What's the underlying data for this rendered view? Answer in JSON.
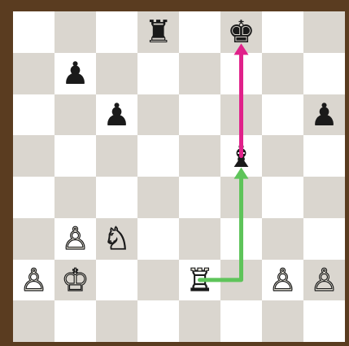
{
  "board": {
    "colors": {
      "light": "#ffffff",
      "dark": "#dad6cf",
      "frame": "#5a3c20"
    },
    "pieces": [
      {
        "square": "d8",
        "type": "rook",
        "color": "black",
        "glyph": "♜"
      },
      {
        "square": "f8",
        "type": "king",
        "color": "black",
        "glyph": "♚"
      },
      {
        "square": "b7",
        "type": "pawn",
        "color": "black",
        "glyph": "♟"
      },
      {
        "square": "c6",
        "type": "pawn",
        "color": "black",
        "glyph": "♟"
      },
      {
        "square": "h6",
        "type": "pawn",
        "color": "black",
        "glyph": "♟"
      },
      {
        "square": "f5",
        "type": "bishop",
        "color": "black",
        "glyph": "♝"
      },
      {
        "square": "b3",
        "type": "pawn",
        "color": "white",
        "glyph": "♙"
      },
      {
        "square": "c3",
        "type": "knight",
        "color": "white",
        "glyph": "♘"
      },
      {
        "square": "a2",
        "type": "pawn",
        "color": "white",
        "glyph": "♙"
      },
      {
        "square": "b2",
        "type": "king",
        "color": "white",
        "glyph": "♔"
      },
      {
        "square": "e2",
        "type": "rook",
        "color": "white",
        "glyph": "♖"
      },
      {
        "square": "g2",
        "type": "pawn",
        "color": "white",
        "glyph": "♙"
      },
      {
        "square": "h2",
        "type": "pawn",
        "color": "white",
        "glyph": "♙"
      }
    ],
    "arrows": [
      {
        "from": "e2",
        "via": "f2",
        "to": "f5",
        "color": "#5ec45a",
        "name": "green-arrow"
      },
      {
        "from": "f5",
        "to": "f8",
        "color": "#e0218a",
        "name": "magenta-arrow"
      }
    ]
  }
}
